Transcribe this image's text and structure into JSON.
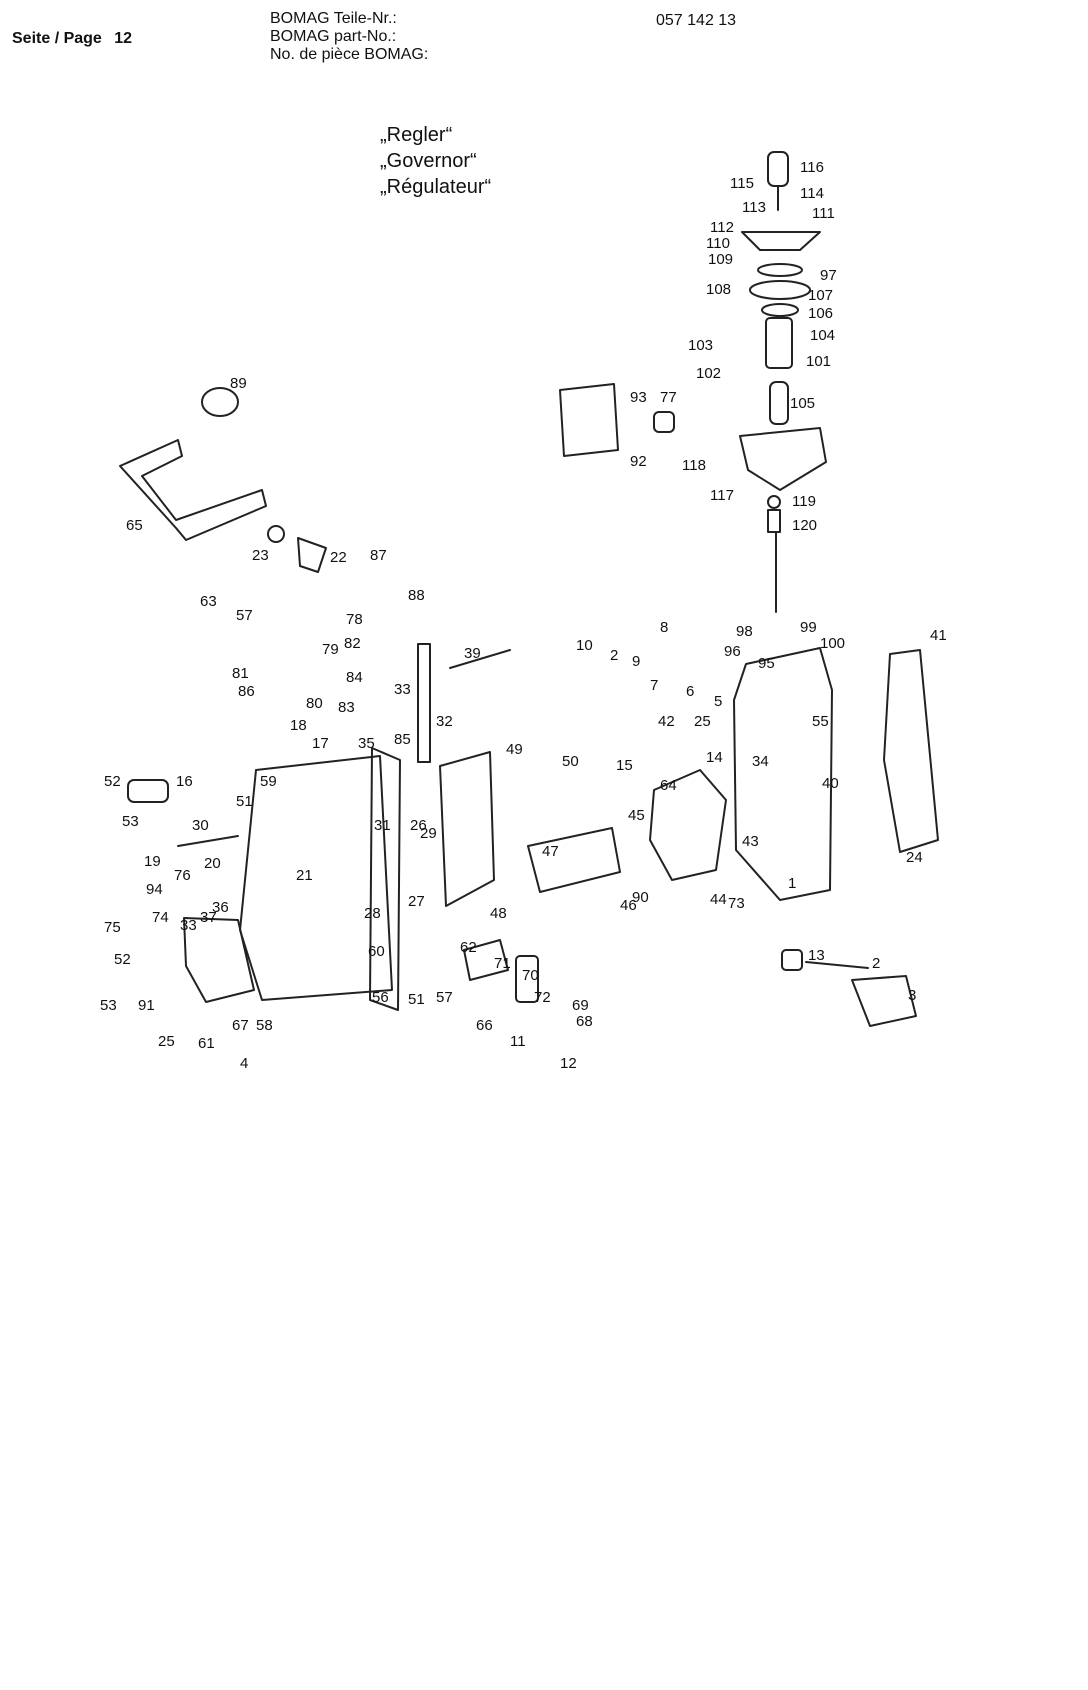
{
  "header": {
    "page_label": "Seite / Page",
    "page_number": "12",
    "partno_labels": [
      "BOMAG Teile-Nr.:",
      "BOMAG part-No.:",
      "No. de pièce BOMAG:"
    ],
    "partno_value": "057 142 13"
  },
  "titles": [
    "„Regler“",
    "„Governor“",
    "„Régulateur“"
  ],
  "callouts": [
    "116",
    "115",
    "114",
    "113",
    "111",
    "112",
    "110",
    "109",
    "97",
    "108",
    "107",
    "106",
    "104",
    "103",
    "101",
    "102",
    "105",
    "89",
    "93",
    "77",
    "92",
    "118",
    "117",
    "119",
    "120",
    "65",
    "23",
    "22",
    "87",
    "88",
    "63",
    "57",
    "78",
    "82",
    "79",
    "81",
    "86",
    "84",
    "80",
    "33",
    "83",
    "18",
    "17",
    "35",
    "85",
    "32",
    "39",
    "10",
    "2",
    "9",
    "8",
    "7",
    "6",
    "5",
    "98",
    "96",
    "95",
    "99",
    "100",
    "41",
    "42",
    "25",
    "55",
    "49",
    "50",
    "15",
    "14",
    "34",
    "40",
    "64",
    "52",
    "16",
    "59",
    "51",
    "53",
    "30",
    "31",
    "26",
    "29",
    "19",
    "20",
    "76",
    "21",
    "94",
    "74",
    "75",
    "33",
    "37",
    "36",
    "47",
    "45",
    "43",
    "28",
    "27",
    "48",
    "46",
    "44",
    "1",
    "90",
    "73",
    "24",
    "52",
    "60",
    "62",
    "71",
    "70",
    "53",
    "91",
    "51",
    "56",
    "57",
    "72",
    "69",
    "68",
    "25",
    "61",
    "67",
    "58",
    "66",
    "11",
    "4",
    "12",
    "2",
    "13",
    "3"
  ]
}
